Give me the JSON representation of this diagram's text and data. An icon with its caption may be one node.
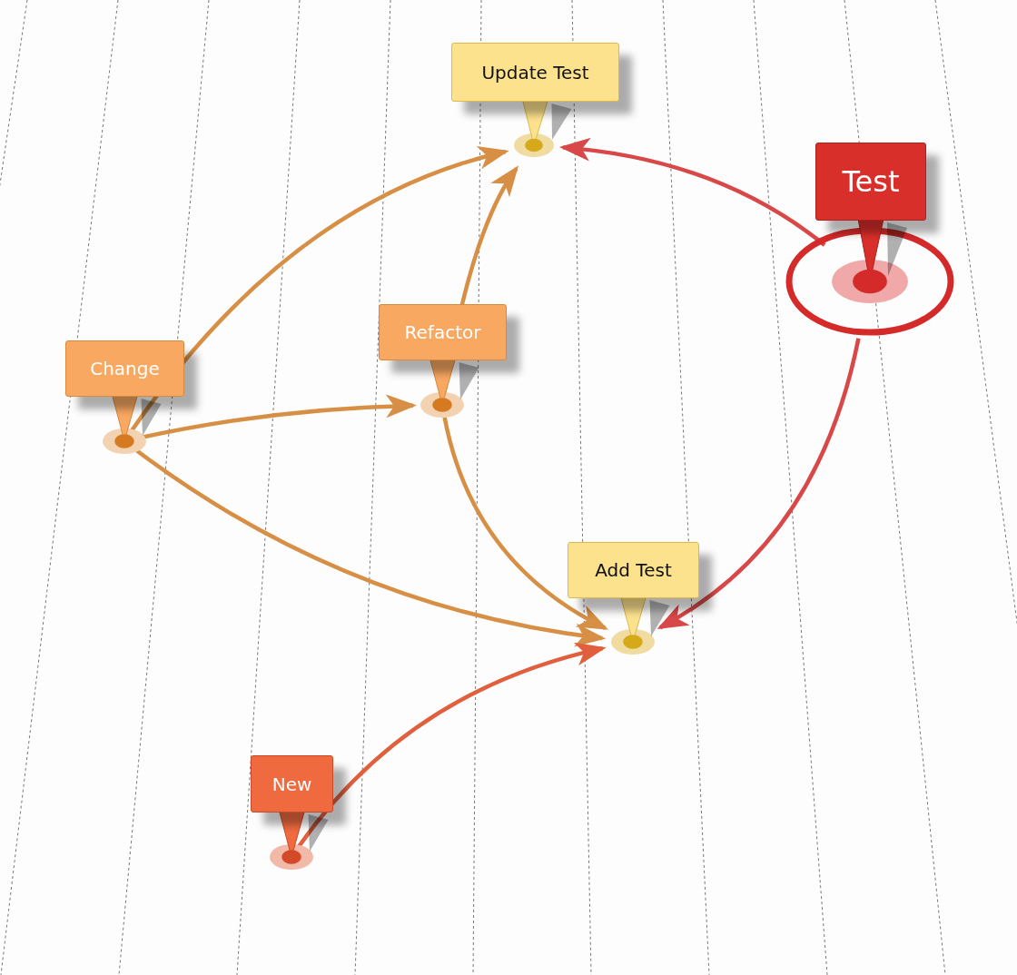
{
  "diagram": {
    "nodes": [
      {
        "text": [
          "Update Test"
        ]
      },
      {
        "text": [
          "Test"
        ]
      },
      {
        "text": [
          "Change"
        ]
      },
      {
        "text": [
          "Refactor"
        ]
      },
      {
        "text": [
          "Add Test"
        ]
      },
      {
        "text": [
          "New"
        ]
      }
    ],
    "edges": [
      {
        "from": 2,
        "to": 0,
        "arrow": "to"
      },
      {
        "from": 3,
        "to": 0,
        "arrow": "to"
      },
      {
        "from": 1,
        "to": 0,
        "arrow": "to",
        "color": "#d94848"
      },
      {
        "from": 2,
        "to": 3,
        "arrow": "to"
      },
      {
        "from": 2,
        "to": 4,
        "arrow": "to"
      },
      {
        "from": 3,
        "to": 4,
        "arrow": "to"
      },
      {
        "from": 1,
        "to": 4,
        "arrow": "to",
        "color": "#d94848"
      },
      {
        "from": 5,
        "to": 4,
        "arrow": "to",
        "color": "#e0603e"
      }
    ]
  }
}
